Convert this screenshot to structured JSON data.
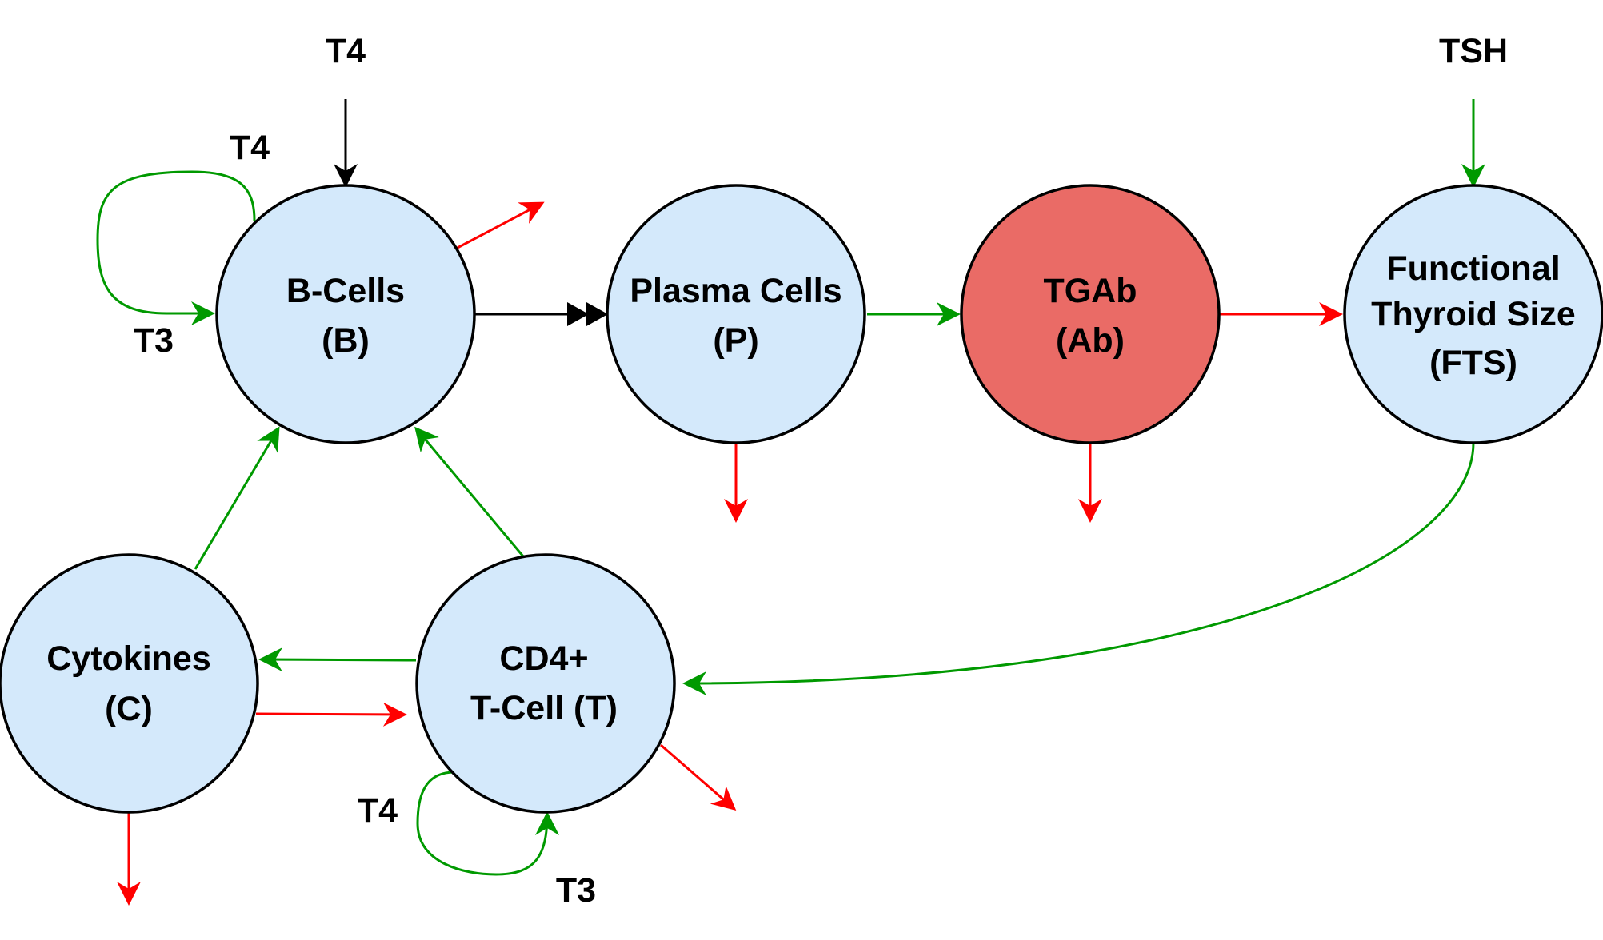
{
  "colors": {
    "node_fill": "#d4e9fb",
    "highlight_fill": "#ea6b66",
    "stimulate": "#009900",
    "remove": "#ff0000",
    "neutral": "#000000"
  },
  "nodes": {
    "b_cells": {
      "line1": "B-Cells",
      "line2": "(B)"
    },
    "plasma_cells": {
      "line1": "Plasma Cells",
      "line2": "(P)"
    },
    "tgab": {
      "line1": "TGAb",
      "line2": "(Ab)"
    },
    "fts": {
      "line1": "Functional",
      "line2": "Thyroid Size",
      "line3": "(FTS)"
    },
    "cytokines": {
      "line1": "Cytokines",
      "line2": "(C)"
    },
    "t_cell": {
      "line1": "CD4+",
      "line2": "T-Cell (T)"
    }
  },
  "labels": {
    "t4_top": "T4",
    "tsh_top": "TSH",
    "t4_b_loop": "T4",
    "t3_b_loop": "T3",
    "t4_t_loop": "T4",
    "t3_t_loop": "T3"
  },
  "icons": {
    "arrowhead": "arrowhead-icon",
    "double_arrowhead": "double-arrowhead-icon"
  }
}
